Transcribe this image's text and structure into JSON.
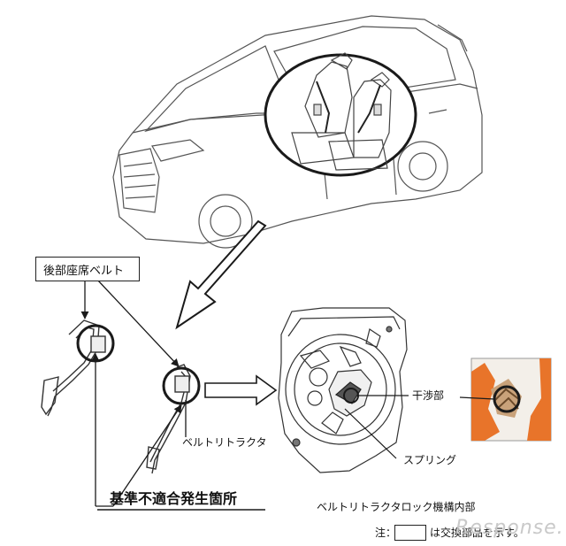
{
  "labels": {
    "rear_seat_belt": "後部座席ベルト",
    "belt_retractor": "ベルトリトラクタ",
    "nonconformity_location": "基準不適合発生箇所",
    "interference_part": "干渉部",
    "spring": "スプリング",
    "lock_mechanism_interior": "ベルトリトラクタロック機構内部",
    "note_prefix": "注：",
    "note_suffix": "は交換部品を示す。"
  },
  "watermark": "Response.",
  "colors": {
    "line": "#1a1a1a",
    "photo_orange": "#e8742a",
    "photo_bg": "#f3efe9"
  }
}
